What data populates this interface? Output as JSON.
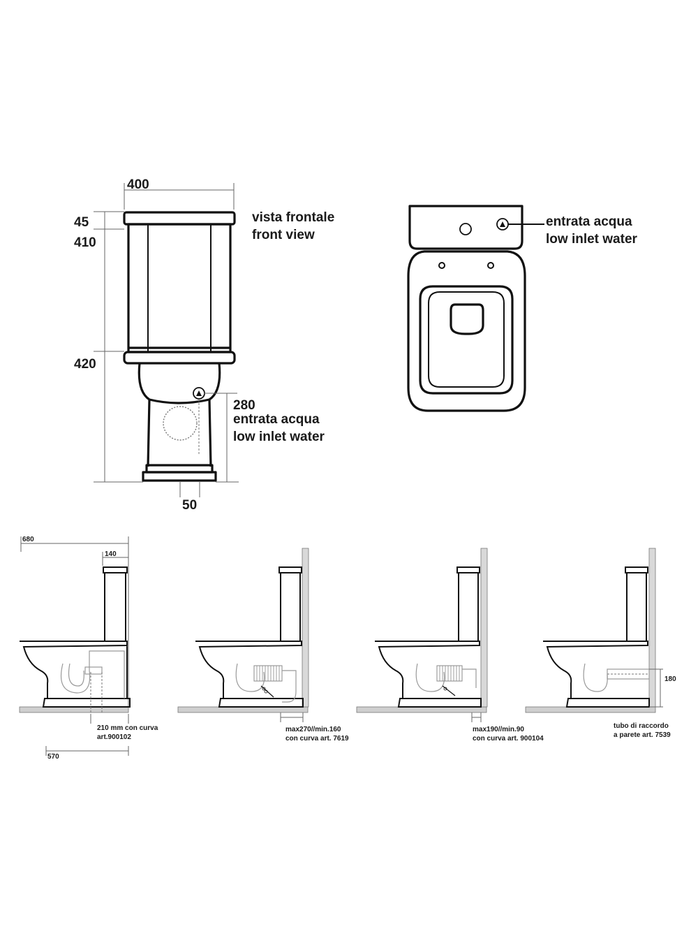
{
  "front_view": {
    "width_label": "400",
    "h45": "45",
    "h410": "410",
    "h420": "420",
    "h280": "280",
    "h50": "50",
    "caption_it": "vista frontale",
    "caption_en": "front view",
    "inlet_it": "entrata acqua",
    "inlet_en": "low inlet water"
  },
  "top_view": {
    "inlet_it": "entrata acqua",
    "inlet_en": "low inlet water"
  },
  "side_views": {
    "d680": "680",
    "d140": "140",
    "d570": "570",
    "d180": "180",
    "v1_line1": "210 mm con curva",
    "v1_line2": "art.900102",
    "v2_line1": "max270//min.160",
    "v2_line2": "con curva art. 7619",
    "v3_line1": "max190//min.90",
    "v3_line2": "con curva art. 900104",
    "v4_line1": "tubo di raccordo",
    "v4_line2": "a parete art. 7539"
  },
  "colors": {
    "ink": "#111111",
    "floor": "#cfcfcf",
    "wall": "#d9d9d9"
  }
}
